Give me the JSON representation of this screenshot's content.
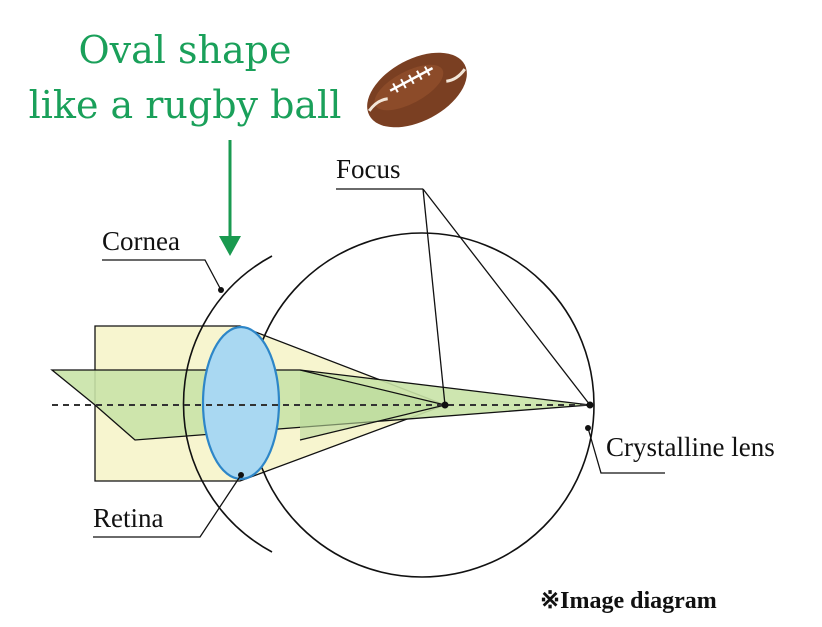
{
  "title": {
    "line1": "Oval shape",
    "line2": "like a rugby ball"
  },
  "labels": {
    "focus": "Focus",
    "cornea": "Cornea",
    "retina": "Retina",
    "crystalline_lens": "Crystalline lens"
  },
  "note": "※Image diagram",
  "icons": {
    "ball": "rugby-ball-icon",
    "arrow": "down-arrow-icon"
  },
  "colors": {
    "title_green": "#1aa05a",
    "arrow_green": "#1a9a50",
    "light_cone": "#f7f5cf",
    "green_beam": "#c9e3a7",
    "lens_fill": "#a9d8f2",
    "lens_stroke": "#2d86c8",
    "ball_brown": "#7a3f22"
  }
}
